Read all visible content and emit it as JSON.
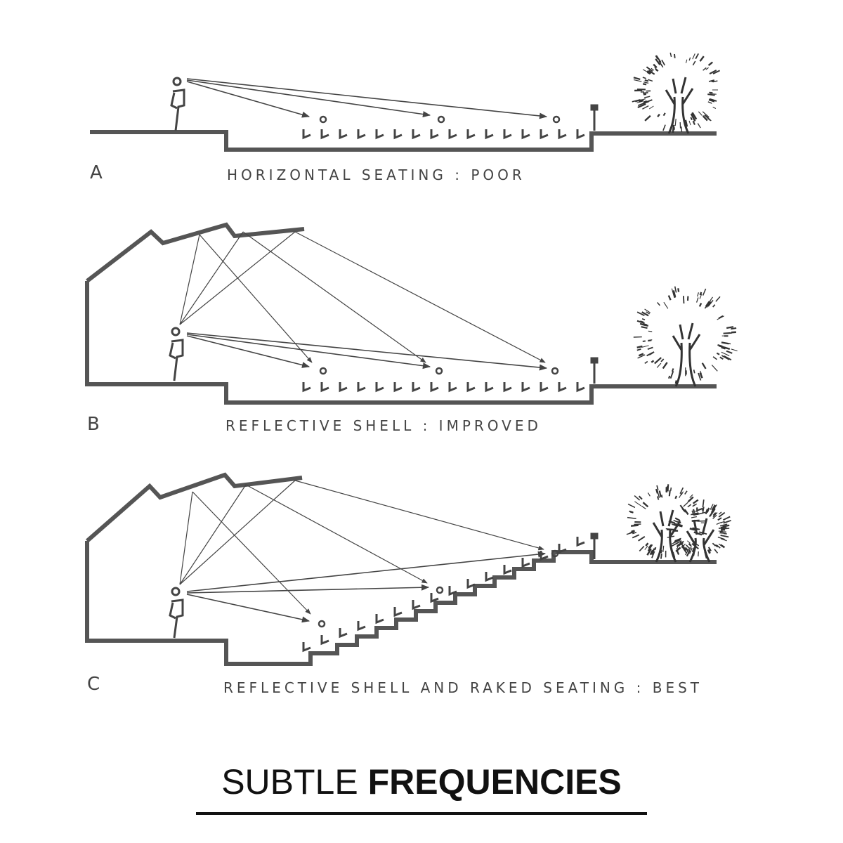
{
  "panels": [
    {
      "letter": "A",
      "caption": "HORIZONTAL SEATING : POOR"
    },
    {
      "letter": "B",
      "caption": "REFLECTIVE SHELL : IMPROVED"
    },
    {
      "letter": "C",
      "caption": "REFLECTIVE SHELL AND RAKED SEATING : BEST"
    }
  ],
  "footer": {
    "title_light": "SUBTLE",
    "title_bold": "FREQUENCIES"
  },
  "colors": {
    "ink": "#444444",
    "title": "#111111"
  }
}
